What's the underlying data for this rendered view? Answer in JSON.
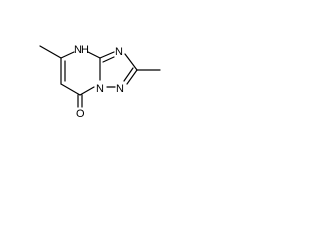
{
  "molecule": {
    "atoms": {
      "nh_N": "N",
      "nh_H": "H",
      "n_ring5_top": "N",
      "n_ring5_bottom": "N",
      "n_bridge": "N",
      "o": "O"
    }
  }
}
